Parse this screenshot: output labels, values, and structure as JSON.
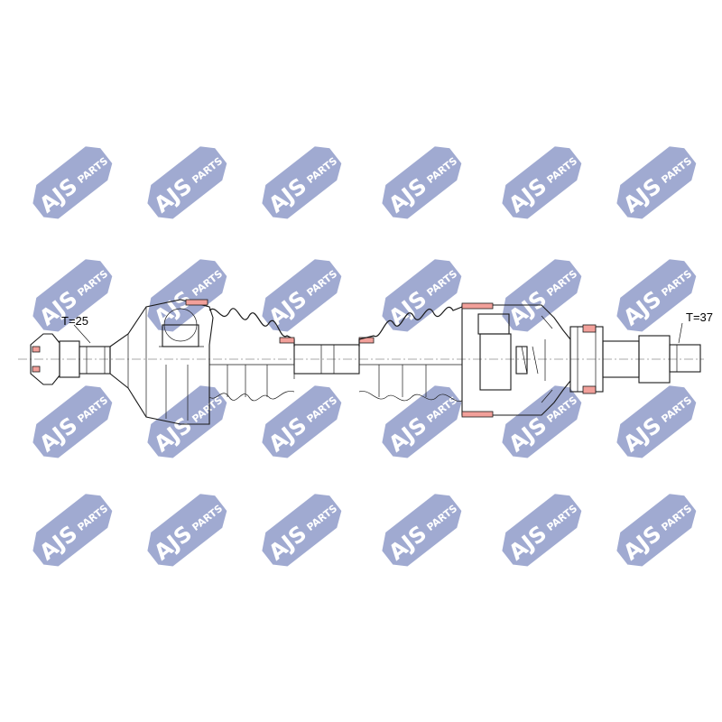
{
  "watermark": {
    "brand": "AJS",
    "sub": "PARTS",
    "color": "#8f9bc9"
  },
  "labels": {
    "left_spline": "T=25",
    "right_spline": "T=37"
  },
  "colors": {
    "line": "#1a1a1a",
    "highlight": "#f2a09a"
  }
}
